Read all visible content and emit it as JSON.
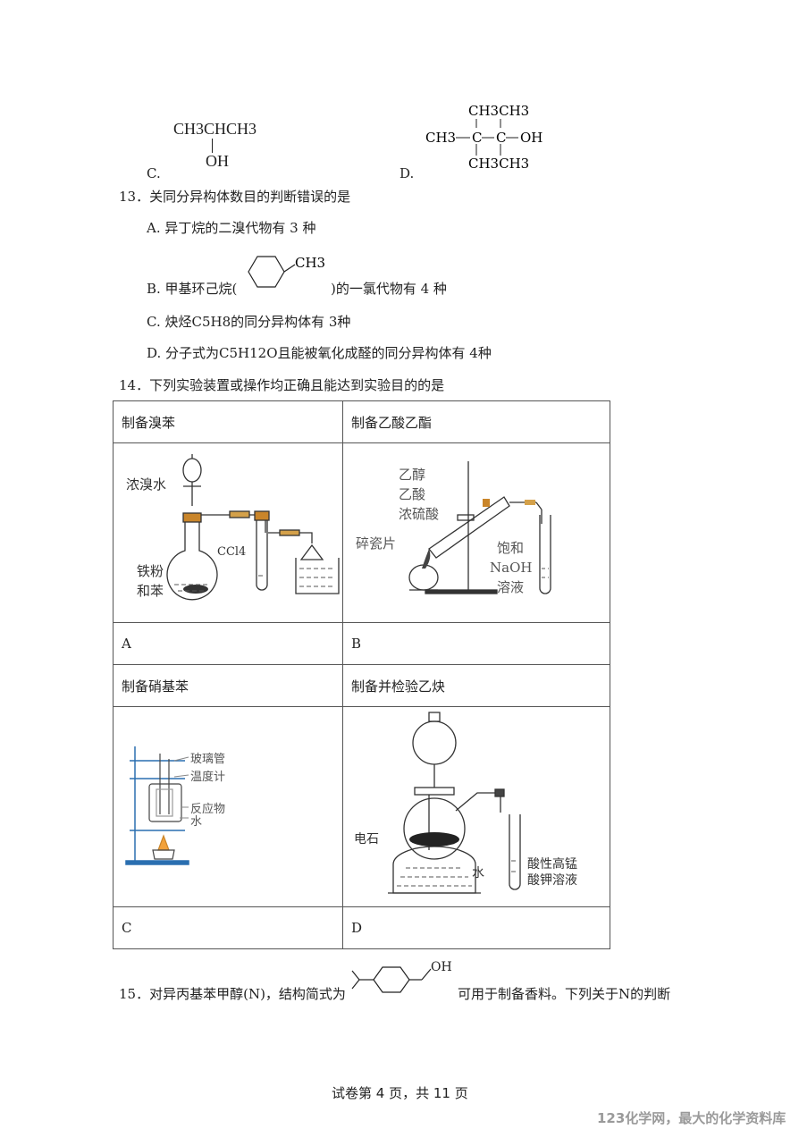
{
  "q12_options": {
    "c_label": "C.",
    "c_formula_top": "CH3CHCH3",
    "c_formula_oh": "OH",
    "d_label": "D.",
    "d_top": "CH3CH3",
    "d_left": "CH3",
    "d_c1": "C",
    "d_c2": "C",
    "d_oh": "OH",
    "d_bottom": "CH3CH3"
  },
  "q13": {
    "stem": "13．关同分异构体数目的判断错误的是",
    "a": "A.  异丁烷的二溴代物有 3 种",
    "b_pre": "B.  甲基环己烷(",
    "b_post": ")的一氯代物有 4 种",
    "b_ch3": "CH3",
    "c": "C.  炔烃C5H8的同分异构体有 3种",
    "d": "D.  分子式为C5H12O且能被氧化成醛的同分异构体有 4种"
  },
  "q14": {
    "stem": "14．下列实验装置或操作均正确且能达到实验目的的是",
    "title_a": "制备溴苯",
    "title_b": "制备乙酸乙酯",
    "label_a": "A",
    "label_b": "B",
    "title_c": "制备硝基苯",
    "title_d": "制备并检验乙炔",
    "label_c": "C",
    "label_d": "D",
    "fig_a": {
      "water": "浓溴水",
      "ccl4": "CCl4",
      "iron1": "铁粉",
      "iron2": "和苯"
    },
    "fig_b": {
      "r1": "乙醇",
      "r2": "乙酸",
      "r3": "浓硫酸",
      "chips": "碎瓷片",
      "naoh1": "饱和",
      "naoh2": "NaOH",
      "naoh3": "溶液"
    },
    "fig_c": {
      "tube": "玻璃管",
      "thermo": "温度计",
      "react": "反应物",
      "water": "水"
    },
    "fig_d": {
      "carbide": "电石",
      "water": "水",
      "kmno4_1": "酸性高锰",
      "kmno4_2": "酸钾溶液"
    }
  },
  "q15": {
    "pre": "15．对异丙基苯甲醇(N)，结构简式为",
    "post": "可用于制备香料。下列关于N的判断",
    "oh": "OH"
  },
  "footer": "试卷第 4 页，共 11 页",
  "watermark": "123化学网，最大的化学资料库"
}
